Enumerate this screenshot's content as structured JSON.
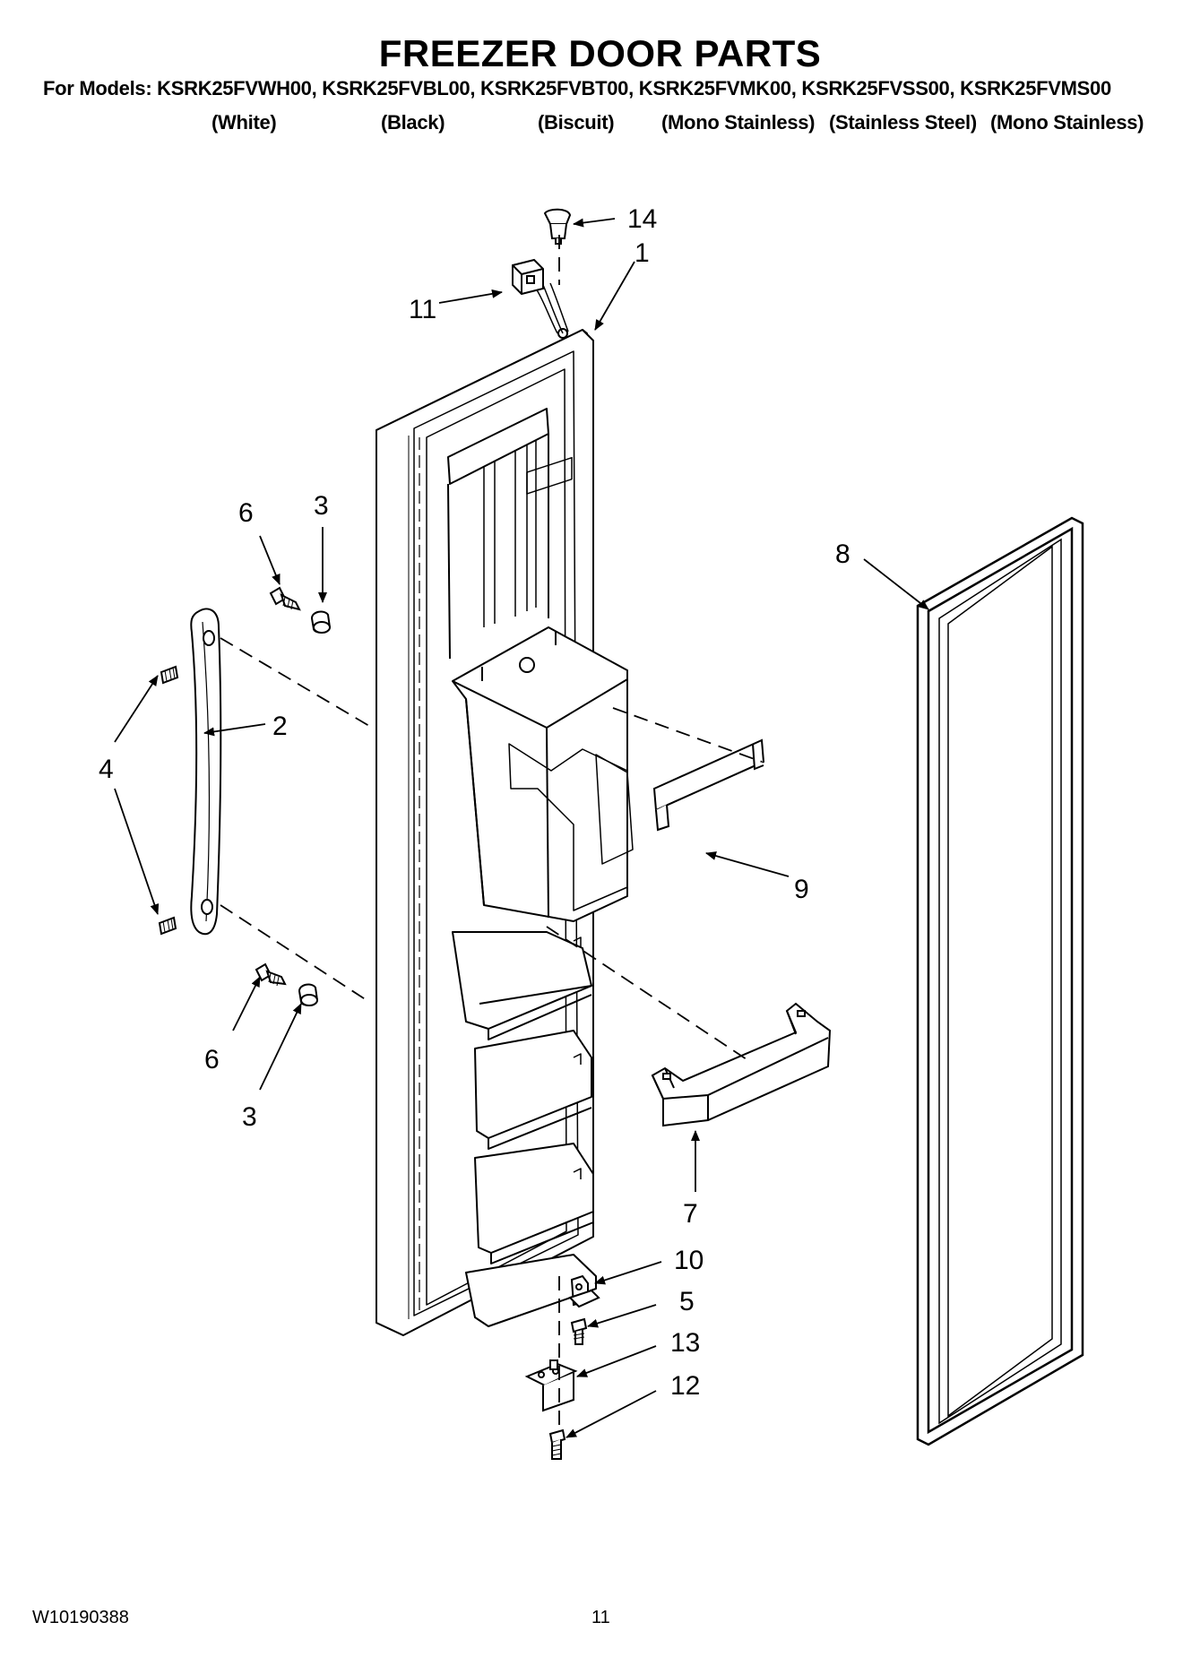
{
  "header": {
    "title": "FREEZER DOOR PARTS",
    "models_line": "For Models: KSRK25FVWH00, KSRK25FVBL00, KSRK25FVBT00, KSRK25FVMK00, KSRK25FVSS00, KSRK25FVMS00",
    "variants": {
      "white": "(White)",
      "black": "(Black)",
      "biscuit": "(Biscuit)",
      "mono_stainless_1": "(Mono Stainless)",
      "stainless_steel": "(Stainless Steel)",
      "mono_stainless_2": "(Mono Stainless)"
    }
  },
  "callouts": {
    "c1": "1",
    "c2": "2",
    "c3_top": "3",
    "c3_bottom": "3",
    "c4": "4",
    "c5": "5",
    "c6_top": "6",
    "c6_bottom": "6",
    "c7": "7",
    "c8": "8",
    "c9": "9",
    "c10": "10",
    "c11": "11",
    "c12": "12",
    "c13": "13",
    "c14": "14"
  },
  "footer": {
    "doc_number": "W10190388",
    "page_number": "11"
  }
}
